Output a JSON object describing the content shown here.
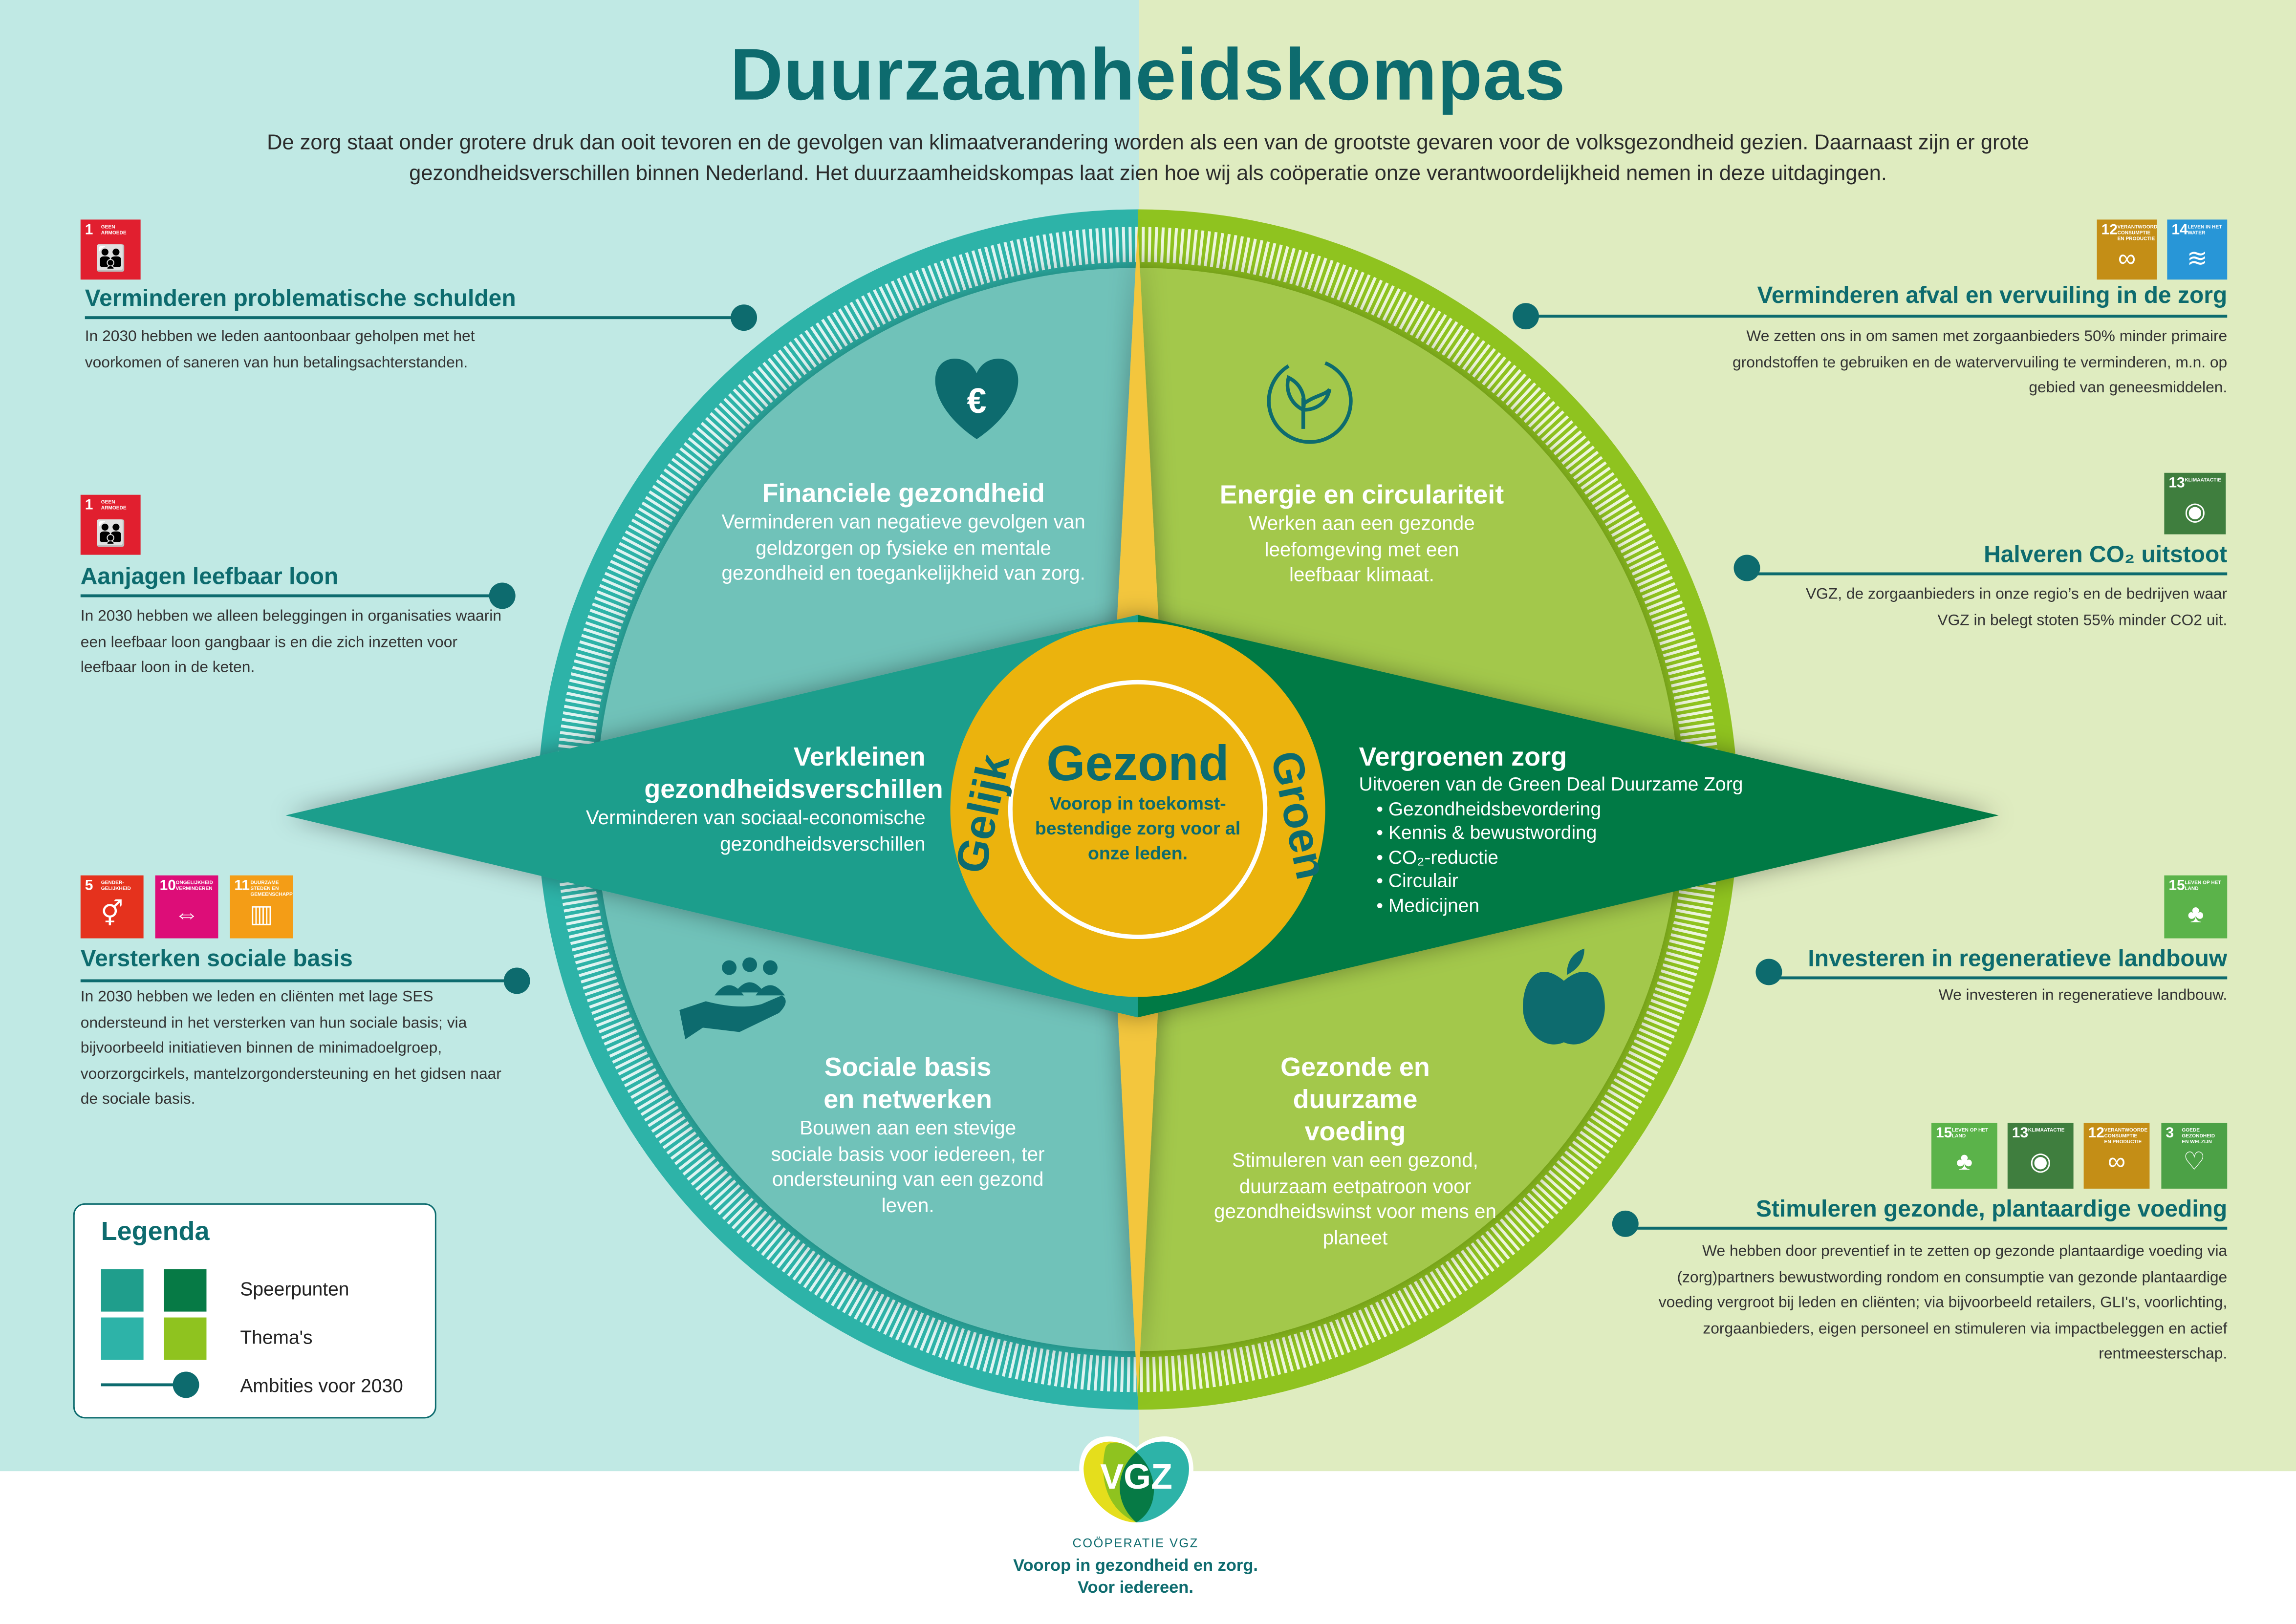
{
  "title": "Duurzaamheidskompas",
  "intro": "De zorg staat onder grotere druk dan ooit tevoren en de gevolgen van klimaatverandering worden als een van de grootste gevaren voor de volksgezondheid gezien. Daarnaast zijn er grote gezondheidsverschillen binnen Nederland. Het duurzaamheidskompas laat zien hoe wij als coöperatie onze verantwoordelijkheid nemen in deze uitdagingen.",
  "colors": {
    "teal_dark": "#0d6b6e",
    "speerpunt_teal": "#1f9e8c",
    "speerpunt_green": "#067a45",
    "thema_teal": "#2db3a8",
    "thema_green": "#8fc31f",
    "gold": "#ebb30d"
  },
  "sdgs": {
    "1": {
      "number": "1",
      "label": "GEEN ARMOEDE",
      "icon": "family-icon",
      "color": "#e11f2f"
    },
    "3": {
      "number": "3",
      "label": "GOEDE GEZONDHEID EN WELZIJN",
      "icon": "heartbeat-icon",
      "color": "#4ca146"
    },
    "5": {
      "number": "5",
      "label": "GENDER-GELIJKHEID",
      "icon": "gender-icon",
      "color": "#e5321d"
    },
    "10": {
      "number": "10",
      "label": "ONGELIJKHEID VERMINDEREN",
      "icon": "equality-arrows-icon",
      "color": "#dd0d78"
    },
    "11": {
      "number": "11",
      "label": "DUURZAME STEDEN EN GEMEENSCHAPPEN",
      "icon": "city-icon",
      "color": "#f49d16"
    },
    "12": {
      "number": "12",
      "label": "VERANTWOORDE CONSUMPTIE EN PRODUCTIE",
      "icon": "infinity-icon",
      "color": "#c48e16"
    },
    "13": {
      "number": "13",
      "label": "KLIMAATACTIE",
      "icon": "globe-eye-icon",
      "color": "#3f7e3e"
    },
    "14": {
      "number": "14",
      "label": "LEVEN IN HET WATER",
      "icon": "fish-icon",
      "color": "#2896d7"
    },
    "15": {
      "number": "15",
      "label": "LEVEN OP HET LAND",
      "icon": "tree-icon",
      "color": "#5bb34a"
    }
  },
  "left_ambitions": [
    {
      "heading": "Verminderen problematische schulden",
      "text": "In 2030 hebben we leden aantoonbaar geholpen met het voorkomen of saneren van hun betalingsachterstanden."
    },
    {
      "heading": "Aanjagen leefbaar loon",
      "text": "In 2030 hebben we alleen beleggingen in organisaties waarin een leefbaar loon gangbaar is en die zich inzetten voor leefbaar loon in de keten."
    },
    {
      "heading": "Versterken sociale basis",
      "text": "In 2030 hebben we leden en cliënten met lage SES ondersteund in het versterken van hun sociale basis; via bijvoorbeeld initiatieven binnen de minimadoelgroep, voorzorgcirkels, mantelzorgondersteuning en het gidsen naar de sociale basis."
    }
  ],
  "right_ambitions": [
    {
      "heading": "Verminderen afval en vervuiling in de zorg",
      "text": "We zetten ons in om samen met zorgaanbieders 50% minder primaire grondstoffen te gebruiken en de watervervuiling te verminderen, m.n. op gebied van geneesmiddelen."
    },
    {
      "heading": "Halveren CO₂ uitstoot",
      "text": "VGZ, de zorgaanbieders in onze regio’s en de bedrijven waar VGZ in belegt stoten 55% minder CO2 uit."
    },
    {
      "heading": "Investeren in regeneratieve landbouw",
      "text": "We investeren in regeneratieve landbouw."
    },
    {
      "heading": "Stimuleren gezonde, plantaardige voeding",
      "text": "We hebben door preventief in te zetten op gezonde plantaardige voeding via (zorg)partners bewustwording rondom en consumptie van gezonde plantaardige voeding vergroot bij leden en cliënten; via bijvoorbeeld retailers, GLI's, voorlichting, zorgaanbieders, eigen personeel en stimuleren via impactbeleggen en actief rentmeesterschap."
    }
  ],
  "compass": {
    "center_title": "Gezond",
    "center_text": "Voorop in toekomst-bestendige zorg voor al onze leden.",
    "left_arc": "Gelijk",
    "right_arc": "Groen",
    "quadrants": {
      "financial": {
        "title": "Financiele gezondheid",
        "text": "Verminderen van negatieve gevolgen van geldzorgen op fysieke en mentale gezondheid en toegankelijkheid van zorg.",
        "icon": "euro-heart-icon"
      },
      "energy": {
        "title": "Energie en circulariteit",
        "text": "Werken aan een gezonde leefomgeving met een leefbaar klimaat.",
        "icon": "circular-leaf-icon"
      },
      "social": {
        "title": "Sociale basis en netwerken",
        "text": "Bouwen aan een stevige sociale basis voor iedereen, ter ondersteuning van een gezond leven.",
        "icon": "people-hand-icon"
      },
      "food": {
        "title": "Gezonde en duurzame voeding",
        "text": "Stimuleren van een gezond, duurzaam eetpatroon voor gezondheidswinst voor mens en planeet",
        "icon": "apple-icon"
      }
    },
    "left_point": {
      "title": "Verkleinen gezondheidsverschillen",
      "text": "Verminderen van sociaal-economische gezondheidsverschillen"
    },
    "right_point": {
      "title": "Vergroenen zorg",
      "text": "Uitvoeren van de Green Deal Duurzame Zorg",
      "bullets": [
        "Gezondheidsbevordering",
        "Kennis & bewustwording",
        "CO₂-reductie",
        "Circulair",
        "Medicijnen"
      ]
    }
  },
  "legend": {
    "title": "Legenda",
    "items": [
      "Speerpunten",
      "Thema's",
      "Ambities voor 2030"
    ]
  },
  "footer": {
    "logo": "VGZ",
    "org": "COÖPERATIE VGZ",
    "tagline1": "Voorop in gezondheid en zorg.",
    "tagline2": "Voor iedereen."
  }
}
